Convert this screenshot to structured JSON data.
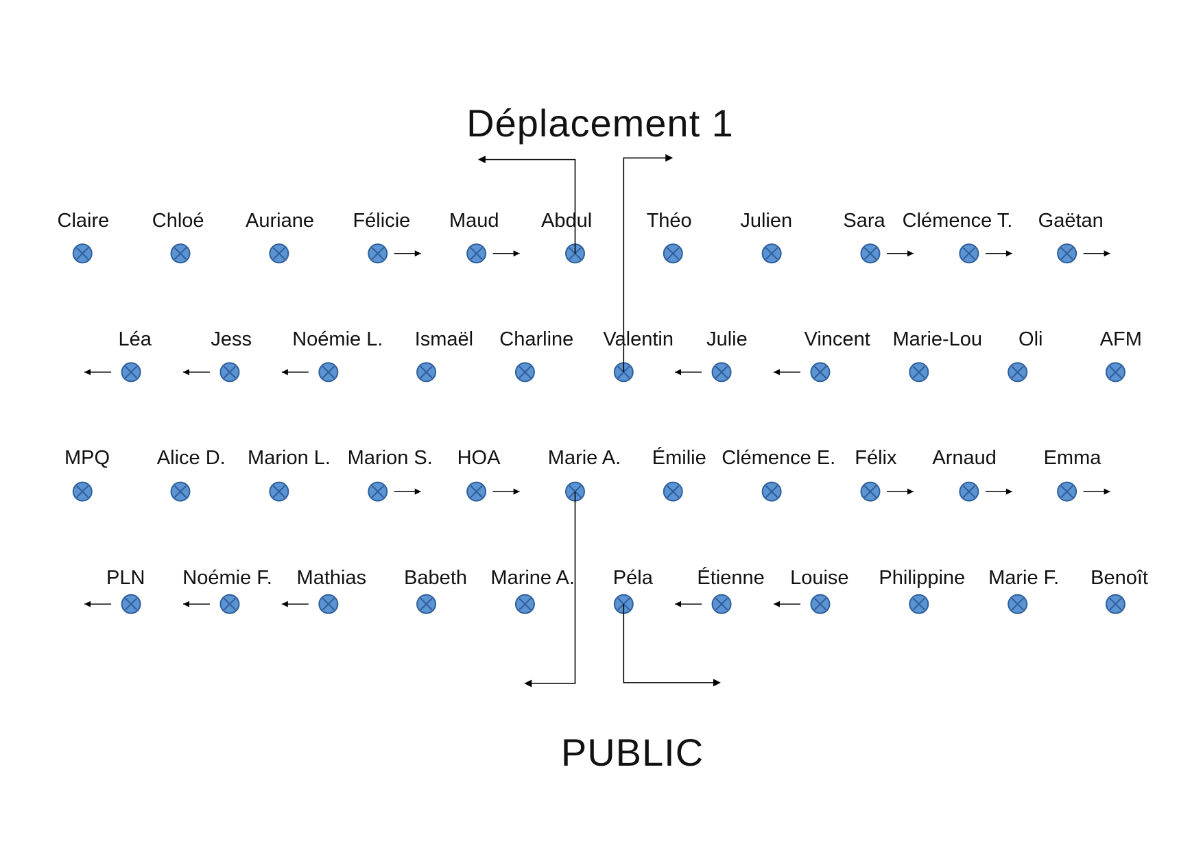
{
  "title": "Déplacement 1",
  "footer": "PUBLIC",
  "colors": {
    "marker_fill": "#5b93d3",
    "marker_stroke": "#2e5f9a",
    "line": "#000000"
  },
  "marker_icon": "circled-x",
  "rows": [
    {
      "names": [
        "Claire",
        "Chloé",
        "Auriane",
        "Félicie",
        "Maud",
        "Abdul",
        "Théo",
        "Julien",
        "Sara",
        "Clémence T.",
        "Gaëtan"
      ],
      "arrows": [
        "",
        "",
        "",
        "right",
        "right",
        "",
        "",
        "",
        "right",
        "right",
        "right"
      ]
    },
    {
      "names": [
        "Léa",
        "Jess",
        "Noémie L.",
        "Ismaël",
        "Charline",
        "Valentin",
        "Julie",
        "Vincent",
        "Marie-Lou",
        "Oli",
        "AFM"
      ],
      "arrows": [
        "left",
        "left",
        "left",
        "",
        "",
        "",
        "left",
        "left",
        "",
        "",
        ""
      ]
    },
    {
      "names": [
        "MPQ",
        "Alice D.",
        "Marion L.",
        "Marion S.",
        "HOA",
        "Marie A.",
        "Émilie",
        "Clémence E.",
        "Félix",
        "Arnaud",
        "Emma"
      ],
      "arrows": [
        "",
        "",
        "",
        "right",
        "right",
        "",
        "",
        "",
        "right",
        "right",
        "right"
      ]
    },
    {
      "names": [
        "PLN",
        "Noémie F.",
        "Mathias",
        "Babeth",
        "Marine A.",
        "Péla",
        "Étienne",
        "Louise",
        "Philippine",
        "Marie F.",
        "Benoît"
      ],
      "arrows": [
        "left",
        "left",
        "left",
        "",
        "",
        "",
        "left",
        "left",
        "",
        "",
        ""
      ]
    }
  ]
}
